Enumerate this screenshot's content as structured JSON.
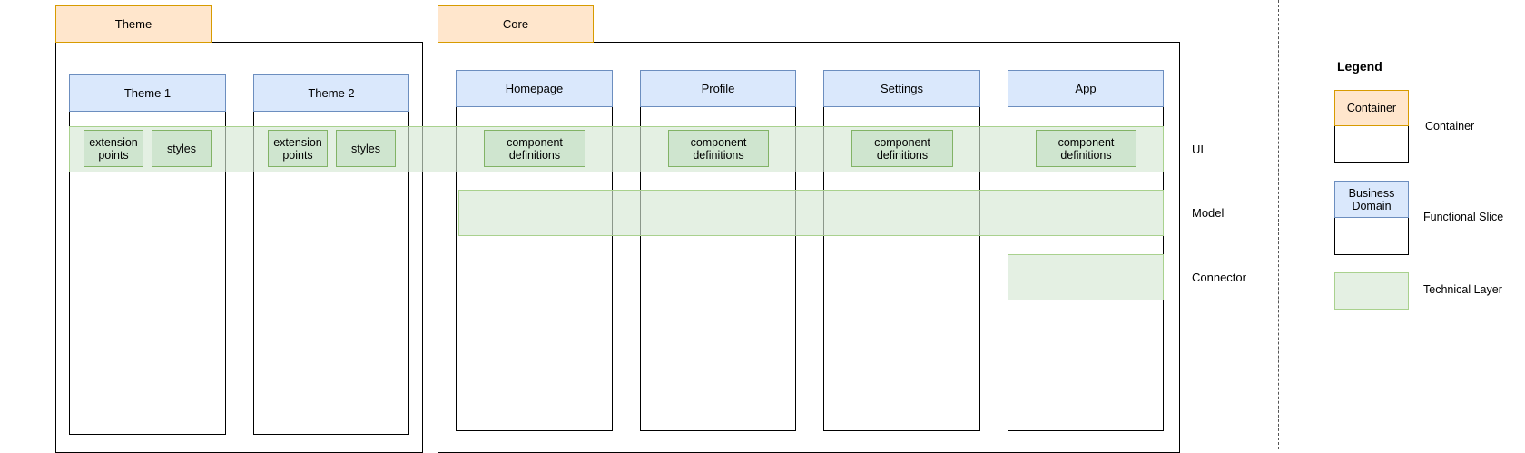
{
  "containers": [
    {
      "id": "theme",
      "title": "Theme"
    },
    {
      "id": "core",
      "title": "Core"
    }
  ],
  "slices": [
    {
      "id": "theme1",
      "label": "Theme 1"
    },
    {
      "id": "theme2",
      "label": "Theme 2"
    },
    {
      "id": "homepage",
      "label": "Homepage"
    },
    {
      "id": "profile",
      "label": "Profile"
    },
    {
      "id": "settings",
      "label": "Settings"
    },
    {
      "id": "app",
      "label": "App"
    }
  ],
  "components": {
    "extension_points": "extension points",
    "styles": "styles",
    "component_definitions": "component definitions"
  },
  "layers": {
    "ui": "UI",
    "model": "Model",
    "connector": "Connector"
  },
  "legend": {
    "title": "Legend",
    "container_box": "Container",
    "container_desc": "Container",
    "slice_box": "Business Domain",
    "slice_desc": "Functional Slice",
    "layer_desc": "Technical Layer"
  },
  "colors": {
    "container_fill": "#ffe6cc",
    "container_stroke": "#d79b00",
    "slice_header_fill": "#dae8fc",
    "slice_header_stroke": "#6c8ebf",
    "layer_fill": "#d5e8d4",
    "layer_stroke": "#82b366"
  }
}
